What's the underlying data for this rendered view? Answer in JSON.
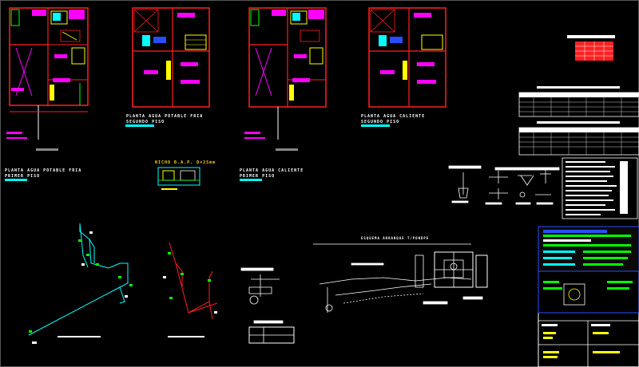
{
  "drawing": {
    "background": "#000000",
    "colors": {
      "wall": "#ff2020",
      "magenta": "#ff00ff",
      "cyan": "#00ffff",
      "yellow": "#ffff00",
      "green": "#00ff00",
      "white": "#ffffff",
      "blue": "#2a4cff"
    }
  },
  "plans": {
    "p1_title": "PLANTA AGUA POTABLE FRIA",
    "p1_sub": "PRIMER PISO",
    "p2_title": "PLANTA AGUA POTABLE FRIA",
    "p2_sub": "SEGUNDO PISO",
    "p3_title": "PLANTA AGUA CALIENTE",
    "p3_sub": "PRIMER PISO",
    "p4_title": "PLANTA AGUA CALIENTE",
    "p4_sub": "SEGUNDO PISO"
  },
  "details": {
    "nicho_title": "NICHO B.A.P. D=25mm",
    "empalme_title": "ESQUEMA ARRANQUE T/PONDPE"
  }
}
